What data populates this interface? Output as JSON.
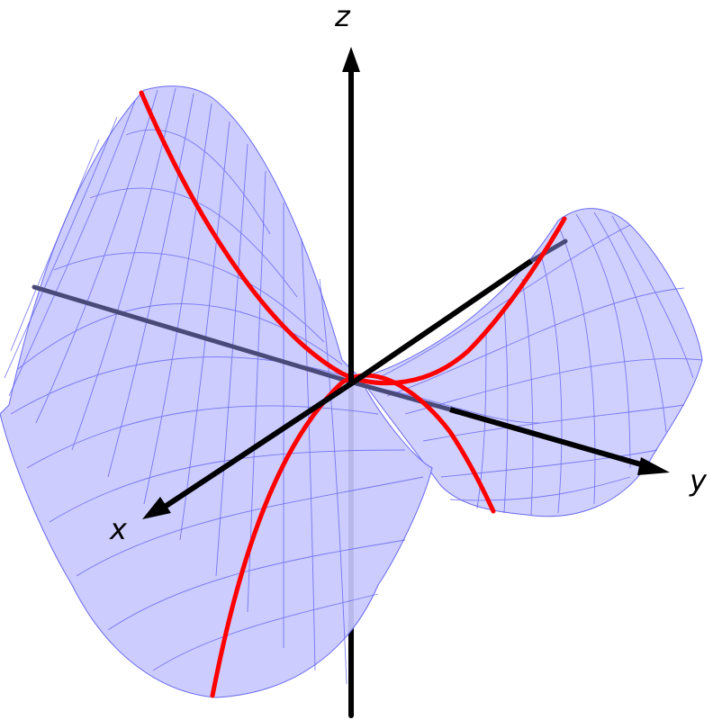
{
  "diagram": {
    "type": "3d-surface",
    "description": "Saddle surface (hyperbolic paraboloid) with x, y, z axes and two red parabolic cross-section curves through the origin",
    "axes": {
      "x": {
        "label": "x"
      },
      "y": {
        "label": "y"
      },
      "z": {
        "label": "z"
      }
    },
    "colors": {
      "surface_fill": "#c8c8ff",
      "mesh_lines": "#5a5af0",
      "curves": "#ff0000",
      "axes": "#000000",
      "hidden_axes": "#4a4a78",
      "background": "#ffffff"
    },
    "curves": [
      {
        "name": "upward-parabola-cross-section",
        "color": "#ff0000"
      },
      {
        "name": "downward-parabola-cross-section",
        "color": "#ff0000"
      }
    ]
  }
}
